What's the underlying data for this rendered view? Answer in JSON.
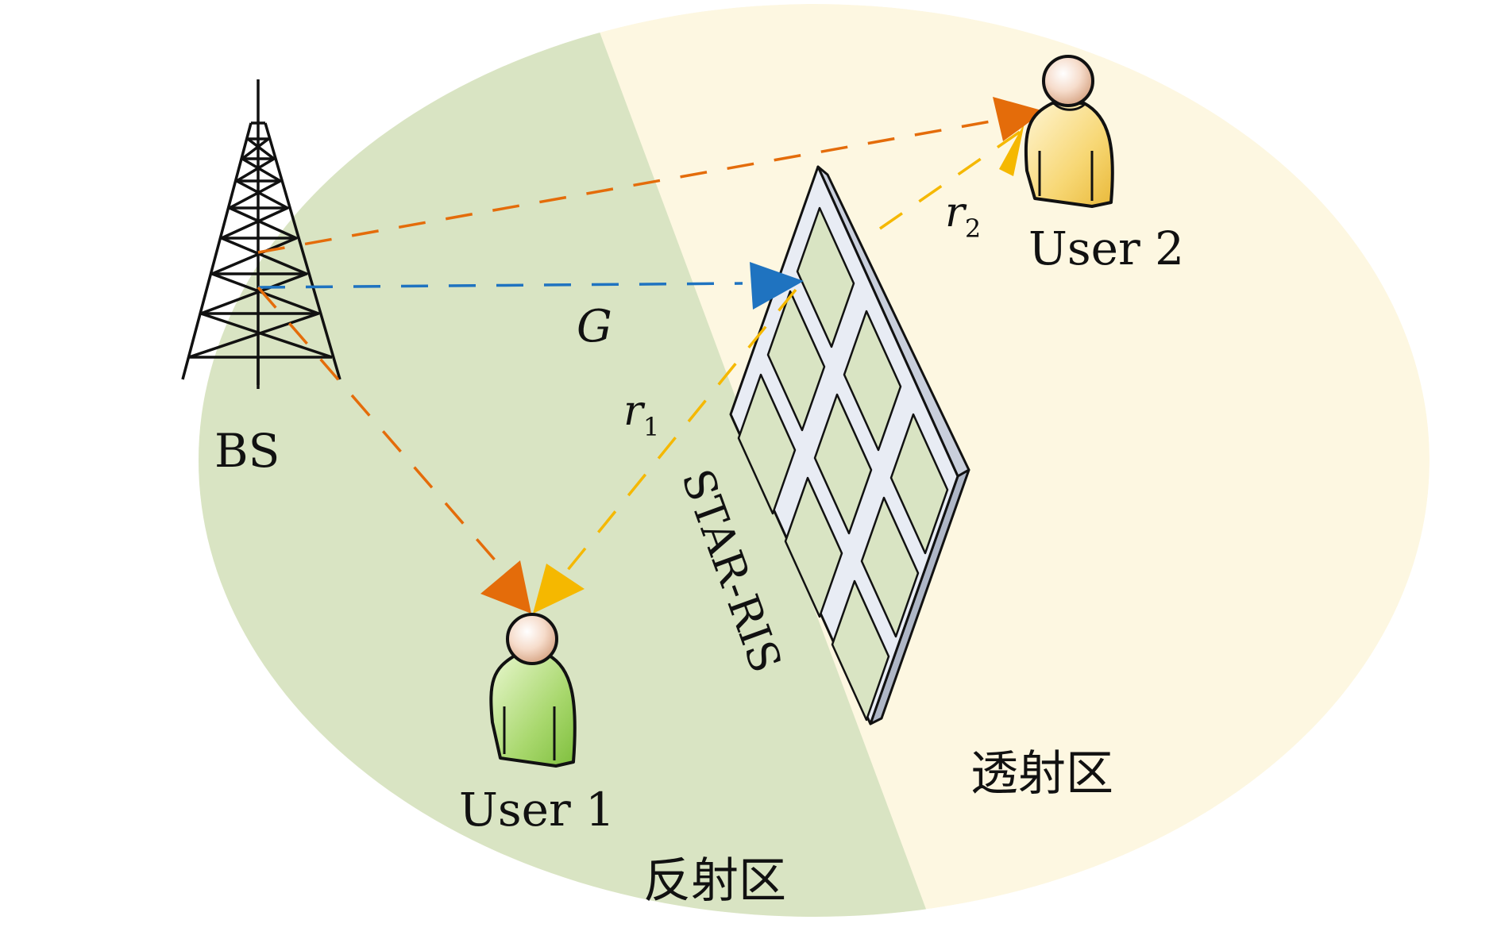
{
  "labels": {
    "bs": "BS",
    "user1": "User 1",
    "user2": "User 2",
    "g": "G",
    "r1_base": "r",
    "r1_sub": "1",
    "r2_base": "r",
    "r2_sub": "2",
    "star_ris": "STAR-RIS",
    "reflection_zone": "反射区",
    "transmission_zone": "透射区"
  },
  "colors": {
    "reflection_zone": "#d9e4c3",
    "transmission_zone": "#fdf7e1",
    "orange_path": "#e46c0a",
    "yellow_path": "#f5b800",
    "blue_path": "#1f73c0",
    "user1_body": "#a9d86e",
    "user2_body": "#f7d774",
    "ris_panel": "#e8ecf4"
  },
  "icons": [
    "tower-icon",
    "user-icon",
    "ris-panel-icon"
  ]
}
